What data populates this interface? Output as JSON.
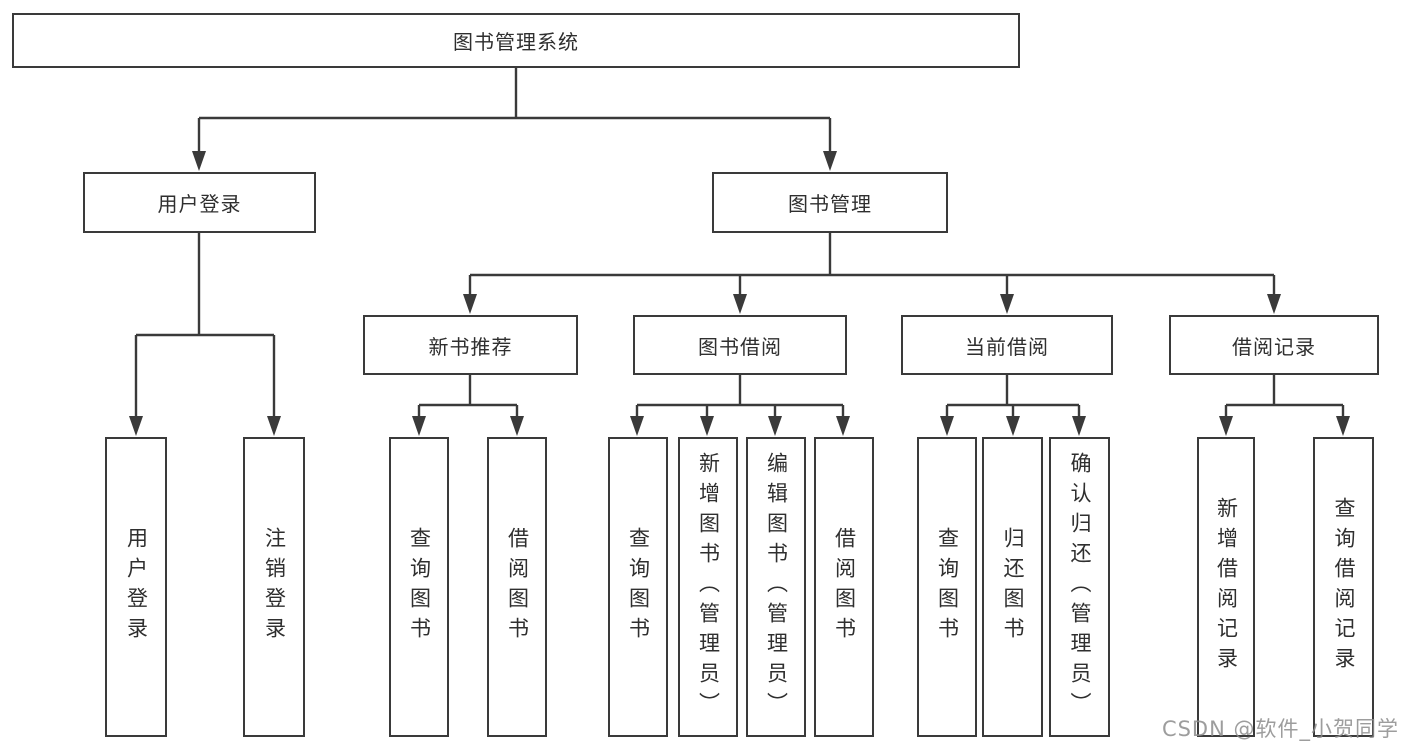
{
  "diagram": {
    "root": {
      "label": "图书管理系统"
    },
    "branches": [
      {
        "label": "用户登录",
        "children": [
          "用户登录",
          "注销登录"
        ]
      },
      {
        "label": "图书管理",
        "groups": [
          {
            "label": "新书推荐",
            "children": [
              "查询图书",
              "借阅图书"
            ]
          },
          {
            "label": "图书借阅",
            "children": [
              "查询图书",
              "新增图书（管理员）",
              "编辑图书（管理员）",
              "借阅图书"
            ]
          },
          {
            "label": "当前借阅",
            "children": [
              "查询图书",
              "归还图书",
              "确认归还（管理员）"
            ]
          },
          {
            "label": "借阅记录",
            "children": [
              "新增借阅记录",
              "查询借阅记录"
            ]
          }
        ]
      }
    ]
  },
  "watermark": {
    "text": "CSDN @软件_小贺同学"
  }
}
